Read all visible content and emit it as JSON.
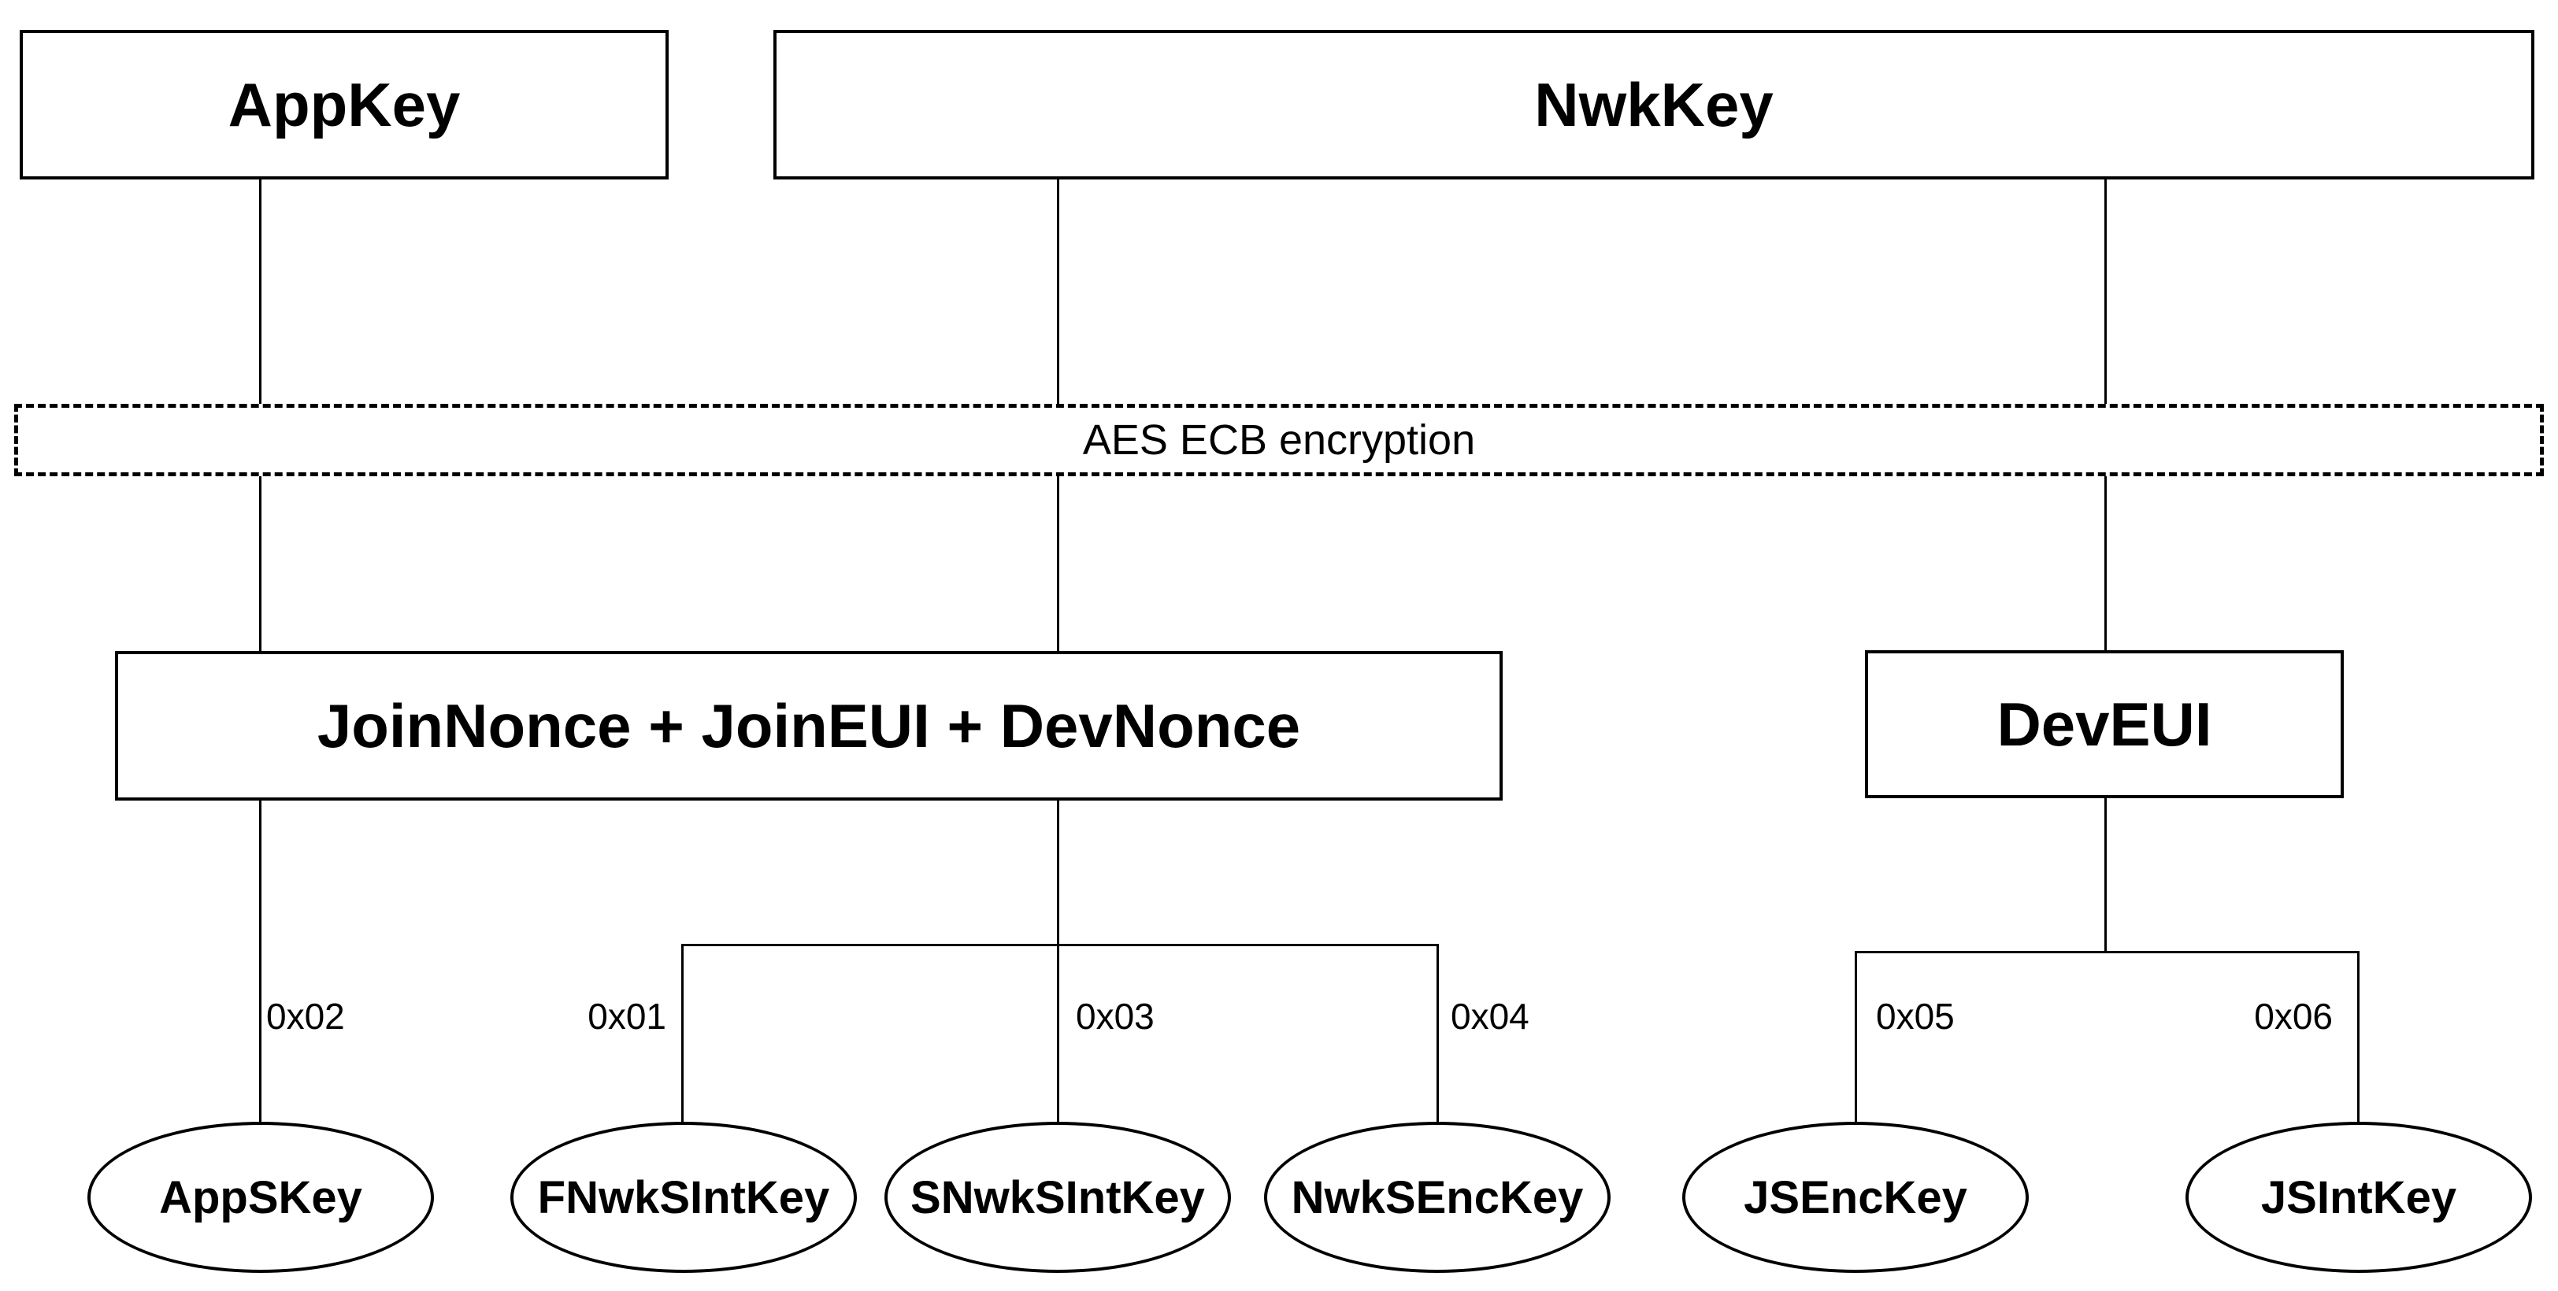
{
  "diagram": {
    "colors": {
      "background": "#ffffff",
      "line": "#000000",
      "text": "#000000"
    },
    "root_keys": [
      {
        "label": "AppKey"
      },
      {
        "label": "NwkKey"
      }
    ],
    "process_band": {
      "label": "AES ECB encryption"
    },
    "inputs": [
      {
        "label": "JoinNonce + JoinEUI + DevNonce"
      },
      {
        "label": "DevEUI"
      }
    ],
    "derivation_constants": [
      {
        "label": "0x02"
      },
      {
        "label": "0x01"
      },
      {
        "label": "0x03"
      },
      {
        "label": "0x04"
      },
      {
        "label": "0x05"
      },
      {
        "label": "0x06"
      }
    ],
    "derived_keys": [
      {
        "label": "AppSKey"
      },
      {
        "label": "FNwkSIntKey"
      },
      {
        "label": "SNwkSIntKey"
      },
      {
        "label": "NwkSEncKey"
      },
      {
        "label": "JSEncKey"
      },
      {
        "label": "JSIntKey"
      }
    ]
  }
}
